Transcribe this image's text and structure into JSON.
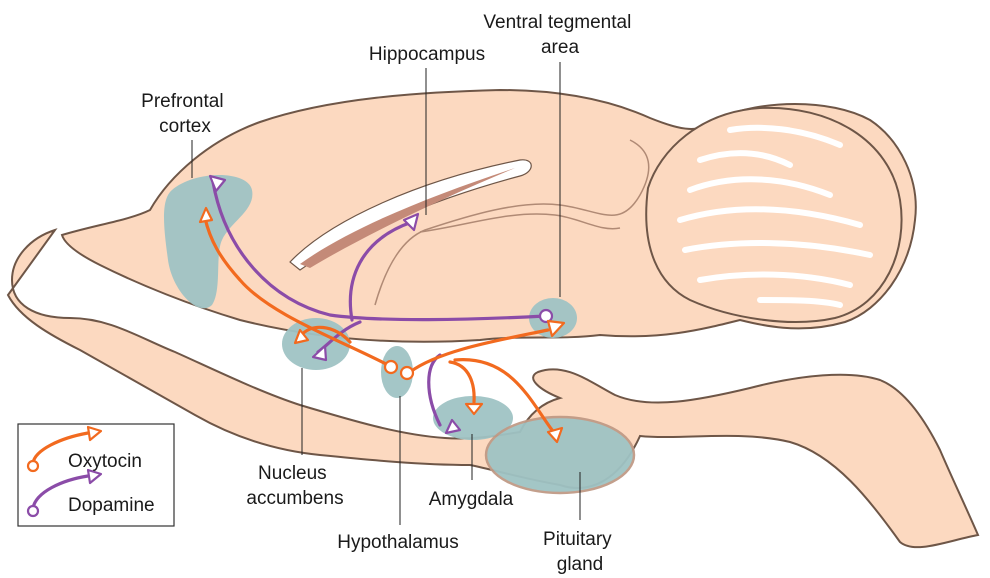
{
  "colors": {
    "brain_fill": "#fcd9c0",
    "brain_stroke": "#6e5647",
    "region_fill": "#9fc3c4",
    "oxytocin": "#f26a1f",
    "dopamine": "#8b4ca8",
    "label_line": "#222222"
  },
  "labels": {
    "ventral_tegmental_area": [
      "Ventral tegmental",
      "area"
    ],
    "hippocampus": [
      "Hippocampus"
    ],
    "prefrontal_cortex": [
      "Prefrontal",
      "cortex"
    ],
    "nucleus_accumbens": [
      "Nucleus",
      "accumbens"
    ],
    "hypothalamus": [
      "Hypothalamus"
    ],
    "amygdala": [
      "Amygdala"
    ],
    "pituitary_gland": [
      "Pituitary",
      "gland"
    ]
  },
  "legend": {
    "oxytocin": "Oxytocin",
    "dopamine": "Dopamine"
  }
}
